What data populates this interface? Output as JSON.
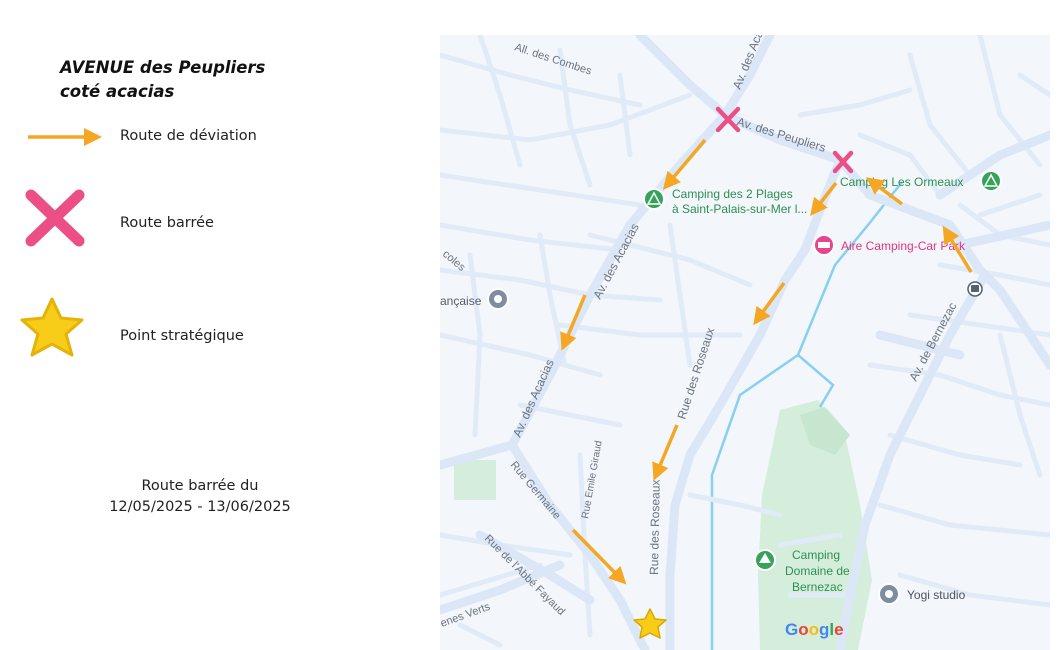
{
  "legend": {
    "title_line1": "AVENUE des Peupliers",
    "title_line2": "coté acacias",
    "items": [
      {
        "label": "Route de déviation",
        "icon": "orange-arrow-icon"
      },
      {
        "label": "Route barrée",
        "icon": "pink-cross-icon"
      },
      {
        "label": "Point stratégique",
        "icon": "yellow-star-icon"
      }
    ],
    "closure_line1": "Route barrée du",
    "closure_line2": "12/05/2025 - 13/06/2025"
  },
  "map": {
    "streets": {
      "combes": "All. des Combes",
      "acacias_top": "Av. des Acacias",
      "peupliers": "Av. des Peupliers",
      "acacias_mid": "Av. des Acacias",
      "acacias_low": "Av. des Acacias",
      "roseaux_mid": "Rue des Roseaux",
      "roseaux_low": "Rue des Roseaux",
      "bernezac": "Av. de Bernezac",
      "germaine": "Rue Germaine",
      "emile": "Rue Emile Giraud",
      "abbe": "Rue de l'Abbé Fayaud",
      "verts": "enes Verts",
      "coles": "coles"
    },
    "places": {
      "camping_2plages_line1": "Camping des 2 Plages",
      "camping_2plages_line2": "à Saint-Palais-sur-Mer l...",
      "camping_ormeaux": "Camping Les Ormeaux",
      "aire": "Aire Camping-Car Park",
      "francaise": "ançaise",
      "camping_bernezac_line1": "Camping",
      "camping_bernezac_line2": "Domaine de",
      "camping_bernezac_line3": "Bernezac",
      "yogi": "Yogi studio"
    },
    "google": [
      "G",
      "o",
      "o",
      "g",
      "l",
      "e"
    ]
  },
  "colors": {
    "arrow": "#f5a623",
    "cross": "#ec4f86",
    "star": "#f7cd1a",
    "road": "#e1ebf8",
    "water": "#87d0ef",
    "park": "#d5eedb",
    "camping_pin": "#36a25a",
    "hotel_pin": "#e8448e",
    "poi_pin": "#7e8ea0",
    "google_blue": "#4285F4",
    "google_red": "#EA4335",
    "google_yellow": "#FBBC05",
    "google_green": "#34A853"
  }
}
